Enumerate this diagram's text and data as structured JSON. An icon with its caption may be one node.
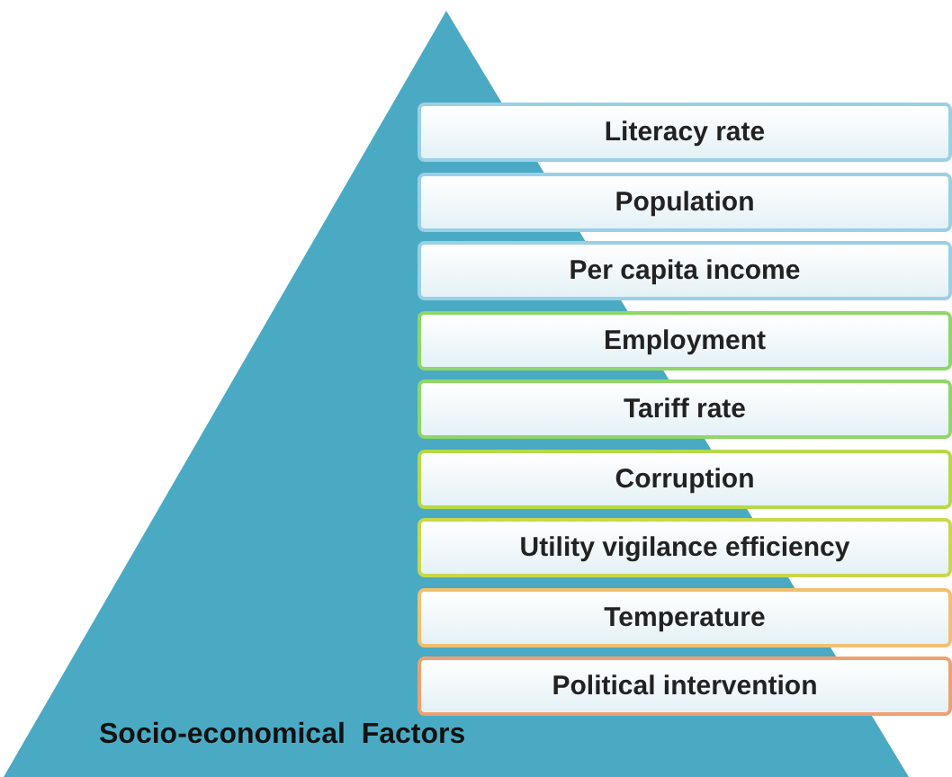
{
  "diagram": {
    "nodes": [
      {
        "text": [
          "Socio-economical  Factors"
        ]
      },
      {
        "text": [
          "Literacy rate"
        ]
      },
      {
        "text": [
          "Population"
        ]
      },
      {
        "text": [
          "Per capita income"
        ]
      },
      {
        "text": [
          "Employment"
        ]
      },
      {
        "text": [
          "Tariff rate"
        ]
      },
      {
        "text": [
          "Corruption"
        ]
      },
      {
        "text": [
          "Utility vigilance efficiency"
        ]
      },
      {
        "text": [
          "Temperature"
        ]
      },
      {
        "text": [
          "Political intervention"
        ]
      }
    ]
  }
}
